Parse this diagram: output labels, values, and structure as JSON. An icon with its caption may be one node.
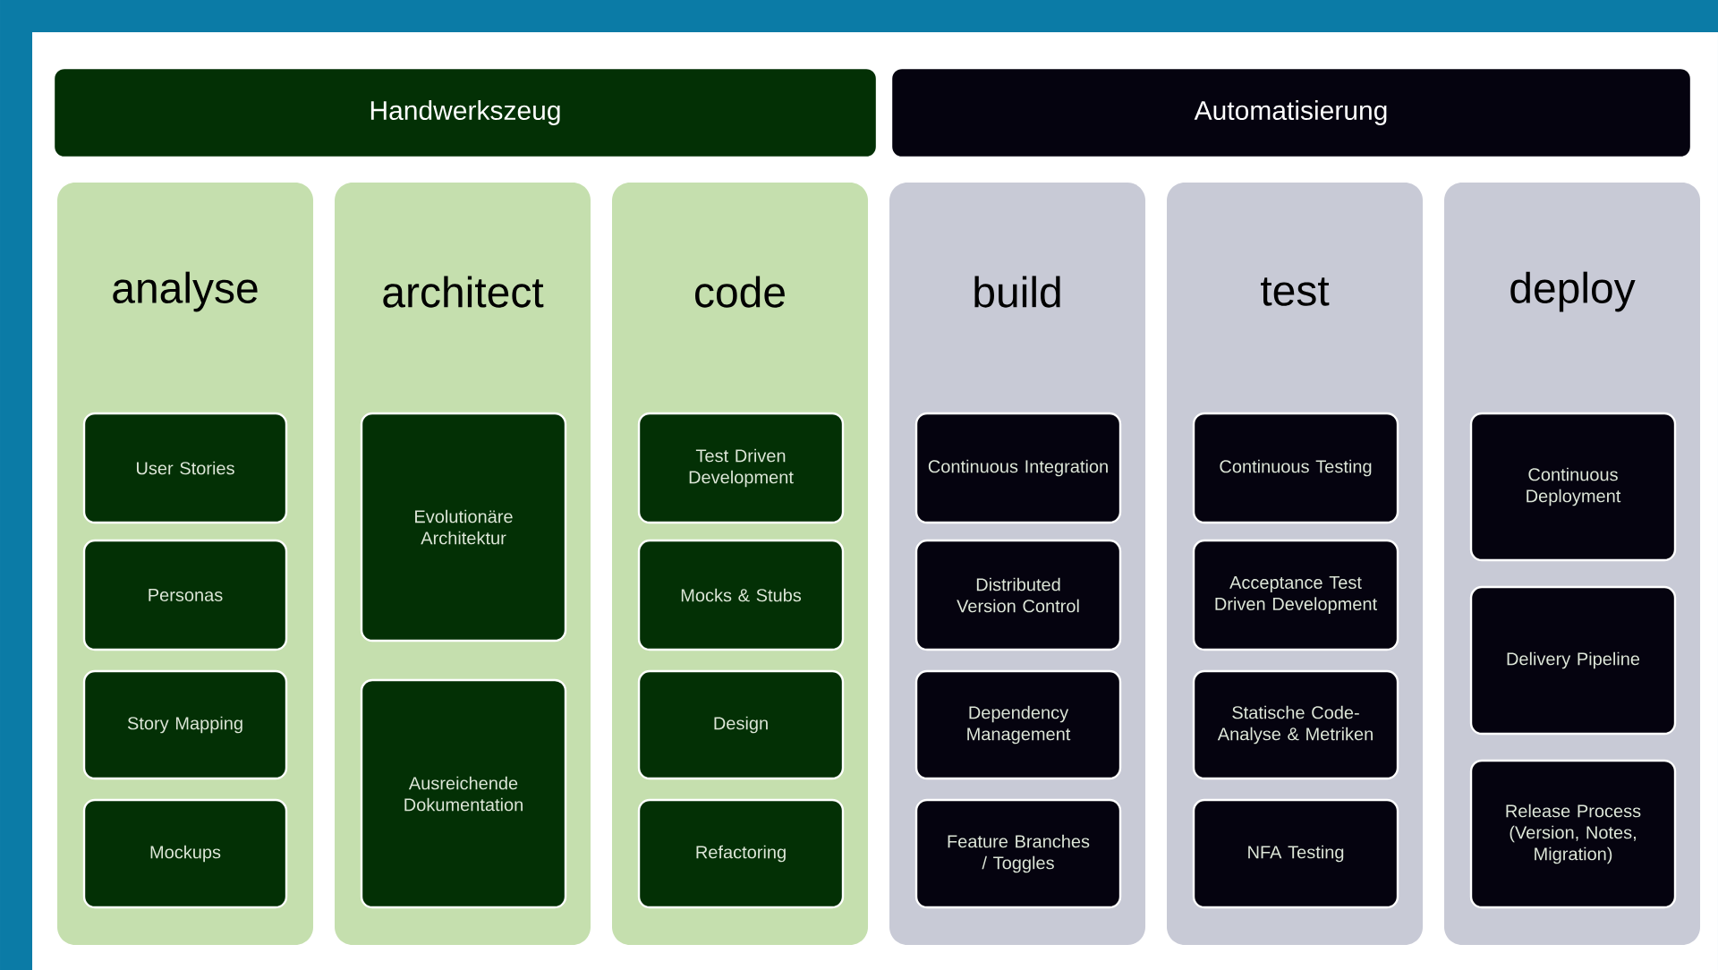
{
  "diagram": {
    "nodes": [
      {
        "text": [
          "Handwerkszeug"
        ]
      },
      {
        "text": [
          "Automatisierung"
        ]
      },
      {
        "text": [
          "analyse"
        ]
      },
      {
        "text": [
          "User Stories"
        ],
        "in": 2
      },
      {
        "text": [
          "Personas"
        ],
        "in": 2
      },
      {
        "text": [
          "Story Mapping"
        ],
        "in": 2
      },
      {
        "text": [
          "Mockups"
        ],
        "in": 2
      },
      {
        "text": [
          "architect"
        ]
      },
      {
        "text": [
          "Evolutionäre Architektur"
        ],
        "in": 7
      },
      {
        "text": [
          "Ausreichende Dokumentation"
        ],
        "in": 7
      },
      {
        "text": [
          "code"
        ]
      },
      {
        "text": [
          "Test Driven Development"
        ],
        "in": 10
      },
      {
        "text": [
          "Mocks & Stubs"
        ],
        "in": 10
      },
      {
        "text": [
          "Design"
        ],
        "in": 10
      },
      {
        "text": [
          "Refactoring"
        ],
        "in": 10
      },
      {
        "text": [
          "build"
        ]
      },
      {
        "text": [
          "Continuous Integration"
        ],
        "in": 15
      },
      {
        "text": [
          "Distributed Version Control"
        ],
        "in": 15
      },
      {
        "text": [
          "Dependency Management"
        ],
        "in": 15
      },
      {
        "text": [
          "Feature Branches / Toggles"
        ],
        "in": 15
      },
      {
        "text": [
          "test"
        ]
      },
      {
        "text": [
          "Continuous Testing"
        ],
        "in": 20
      },
      {
        "text": [
          "Acceptance Test Driven Development"
        ],
        "in": 20
      },
      {
        "text": [
          "Statische Code-Analyse & Metriken"
        ],
        "in": 20
      },
      {
        "text": [
          "NFA Testing"
        ],
        "in": 20
      },
      {
        "text": [
          "deploy"
        ]
      },
      {
        "text": [
          "Continuous Deployment"
        ],
        "in": 25
      },
      {
        "text": [
          "Delivery Pipeline"
        ],
        "in": 25
      },
      {
        "text": [
          "Release Process (Version, Notes, Migration)"
        ],
        "in": 25
      }
    ]
  }
}
